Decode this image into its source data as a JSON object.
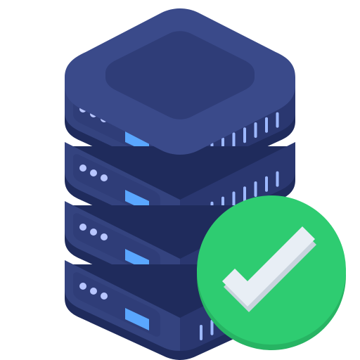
{
  "icon": {
    "name": "server-ok-icon",
    "units": [
      {
        "name": "server-unit-1",
        "leds": 3,
        "vents": 8
      },
      {
        "name": "server-unit-2",
        "leds": 3,
        "vents": 8
      },
      {
        "name": "server-unit-3",
        "leds": 3,
        "vents": 8
      },
      {
        "name": "server-unit-4",
        "leds": 3,
        "vents": 8
      }
    ],
    "badge": {
      "name": "check-badge",
      "state": "success"
    }
  },
  "colors": {
    "server_top": "#3a4a8a",
    "server_top_inner": "#2f3d78",
    "server_front": "#34437f",
    "server_side": "#2a3770",
    "server_dark": "#1f2b5c",
    "led": "#b8c6ff",
    "display": "#5aa7ff",
    "vent": "#9db8ff",
    "badge_green": "#2ecc71",
    "badge_shadow": "#27b463",
    "check": "#e8eef5",
    "check_shadow": "#c9d3dd"
  }
}
